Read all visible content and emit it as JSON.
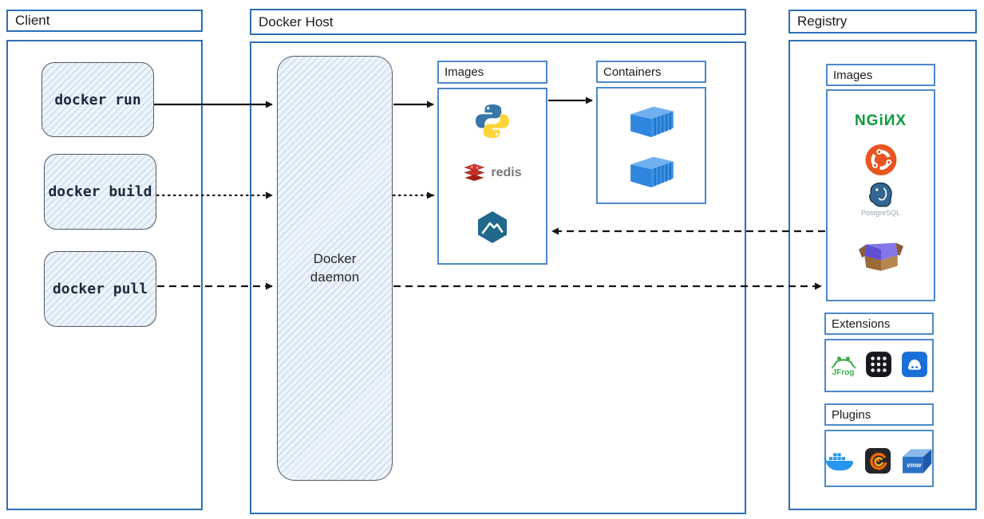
{
  "colors": {
    "panel_border_blue": "#2e6fb5",
    "inner_border_blue": "#4d89c9",
    "sketch_fill": "#edf4fb",
    "arrow_black": "#141414",
    "nginx_green": "#0a9c3c",
    "ubuntu_orange": "#e95420",
    "redis_red": "#c6302b",
    "docker_blue": "#2496ed",
    "minikube_teal": "#20688c",
    "postgres_blue": "#336791"
  },
  "client": {
    "title": "Client",
    "commands": [
      "docker run",
      "docker build",
      "docker pull"
    ]
  },
  "docker_host": {
    "title": "Docker Host",
    "daemon_label_line1": "Docker",
    "daemon_label_line2": "daemon",
    "images": {
      "title": "Images",
      "icons": [
        "python-icon",
        "redis-icon",
        "minikube-icon"
      ],
      "redis_text": "redis"
    },
    "containers": {
      "title": "Containers",
      "icons": [
        "container-icon",
        "container-icon"
      ]
    }
  },
  "registry": {
    "title": "Registry",
    "images": {
      "title": "Images",
      "icons": [
        "nginx-logo",
        "ubuntu-icon",
        "postgresql-icon",
        "package-box-icon"
      ],
      "nginx_text": "NGiИX",
      "postgresql_text": "PostgreSQL"
    },
    "extensions": {
      "title": "Extensions",
      "icons": [
        "jfrog-icon",
        "dots-grid-icon",
        "drive-icon"
      ],
      "jfrog_text": "JFrog"
    },
    "plugins": {
      "title": "Plugins",
      "icons": [
        "docker-whale-icon",
        "grafana-icon",
        "vmware-icon"
      ],
      "vmware_text": "vmw"
    }
  },
  "connections": [
    {
      "from": "docker run",
      "to": "Docker daemon",
      "style": "solid"
    },
    {
      "from": "docker build",
      "to": "Docker daemon",
      "style": "dotted"
    },
    {
      "from": "docker pull",
      "to": "Docker daemon",
      "style": "dashed"
    },
    {
      "from": "Docker daemon",
      "to": "Host Images",
      "style": "solid"
    },
    {
      "from": "Docker daemon",
      "to": "Host Images",
      "style": "dotted"
    },
    {
      "from": "Host Images",
      "to": "Containers",
      "style": "solid"
    },
    {
      "from": "Registry Images",
      "to": "Host Images",
      "style": "dashed"
    },
    {
      "from": "Docker daemon",
      "to": "Registry Images",
      "style": "dashed"
    }
  ]
}
